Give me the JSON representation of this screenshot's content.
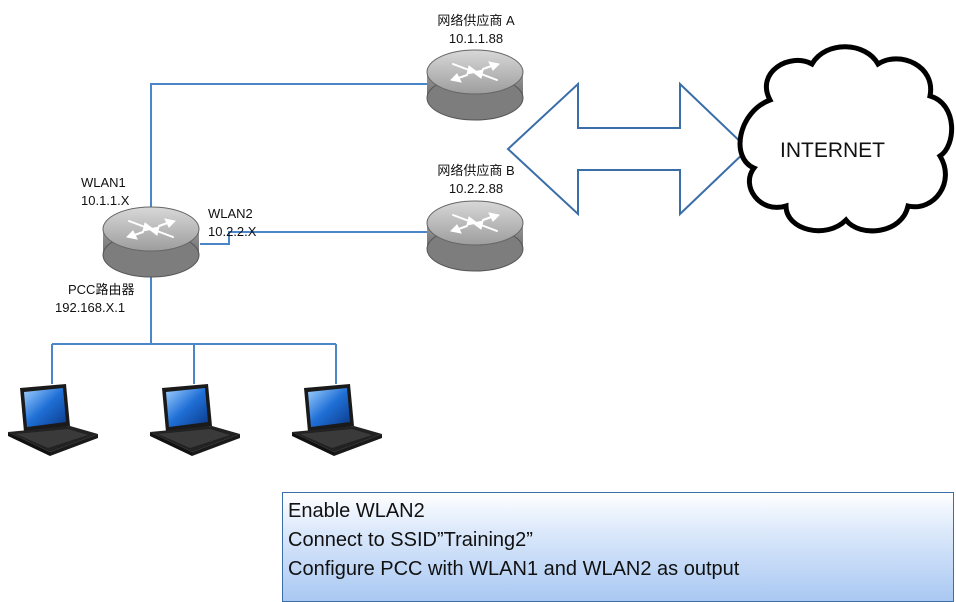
{
  "isp_a": {
    "name": "网络供应商 A",
    "ip": "10.1.1.88"
  },
  "isp_b": {
    "name": "网络供应商 B",
    "ip": "10.2.2.88"
  },
  "wlan1": {
    "name": "WLAN1",
    "ip": "10.1.1.X"
  },
  "wlan2": {
    "name": "WLAN2",
    "ip": "10.2.2.X"
  },
  "pcc_router": {
    "name": "PCC路由器",
    "ip": "192.168.X.1"
  },
  "internet": {
    "label": "INTERNET"
  },
  "note": {
    "lines": [
      "Enable WLAN2",
      "Connect to SSID”Training2”",
      "Configure PCC with WLAN1 and WLAN2 as output"
    ]
  },
  "colors": {
    "link_line": "#4a86c8",
    "router_gray": "#a6a6a6",
    "note_fill": "#a9c8f2",
    "arrow_outline": "#3a6ea8"
  }
}
